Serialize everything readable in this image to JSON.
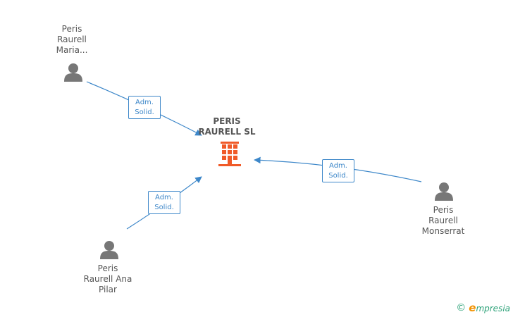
{
  "company": {
    "name_line1": "PERIS",
    "name_line2": "RAURELL SL",
    "icon": "building-icon",
    "color": "#f05a28"
  },
  "people": [
    {
      "id": "maria",
      "line1": "Peris",
      "line2": "Raurell",
      "line3": "Maria...",
      "icon": "person-icon"
    },
    {
      "id": "monserrat",
      "line1": "Peris",
      "line2": "Raurell",
      "line3": "Monserrat",
      "icon": "person-icon"
    },
    {
      "id": "ana-pilar",
      "line1": "Peris",
      "line2": "Raurell Ana",
      "line3": "Pilar",
      "icon": "person-icon"
    }
  ],
  "edges": [
    {
      "from": "maria",
      "line1": "Adm.",
      "line2": "Solid."
    },
    {
      "from": "monserrat",
      "line1": "Adm.",
      "line2": "Solid."
    },
    {
      "from": "ana-pilar",
      "line1": "Adm.",
      "line2": "Solid."
    }
  ],
  "colors": {
    "edge": "#3d87c9",
    "person": "#777777",
    "text": "#555555"
  },
  "footer": {
    "copyright_symbol": "©",
    "brand_first": "e",
    "brand_rest": "mpresia"
  }
}
